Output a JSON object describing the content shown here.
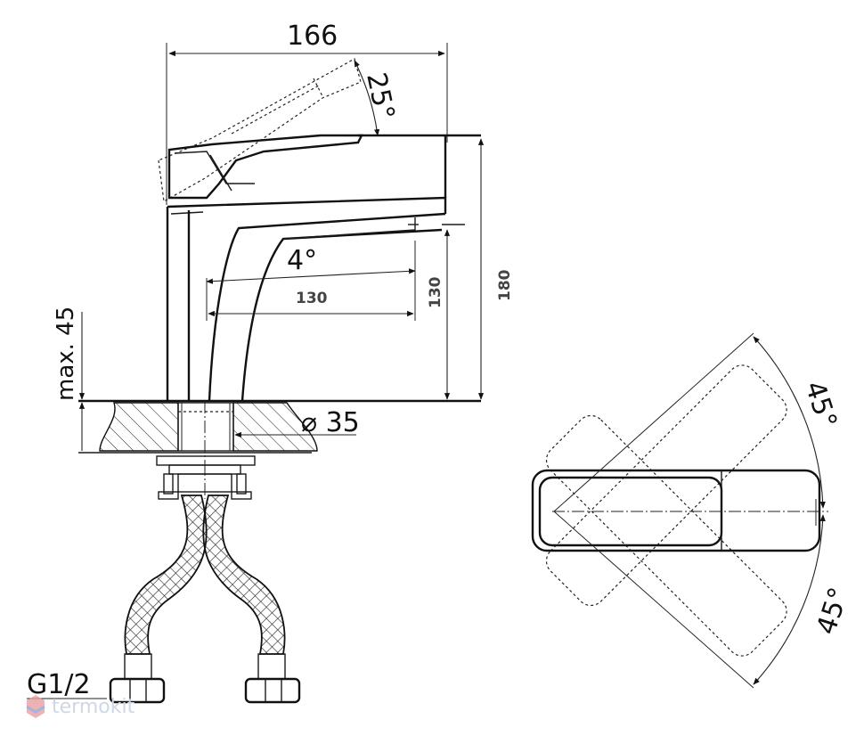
{
  "dimensions": {
    "overall_width": "166",
    "lever_angle": "25°",
    "spout_angle": "4°",
    "spout_reach": "130",
    "spout_height": "130",
    "total_height": "180",
    "max_deck": "max. 45",
    "hole_diameter": "⌀ 35",
    "thread": "G1/2",
    "rotation_angle_top": "45°",
    "rotation_angle_bottom": "45°"
  },
  "watermark": {
    "text": "termokit",
    "color": "#cfd7e6"
  }
}
